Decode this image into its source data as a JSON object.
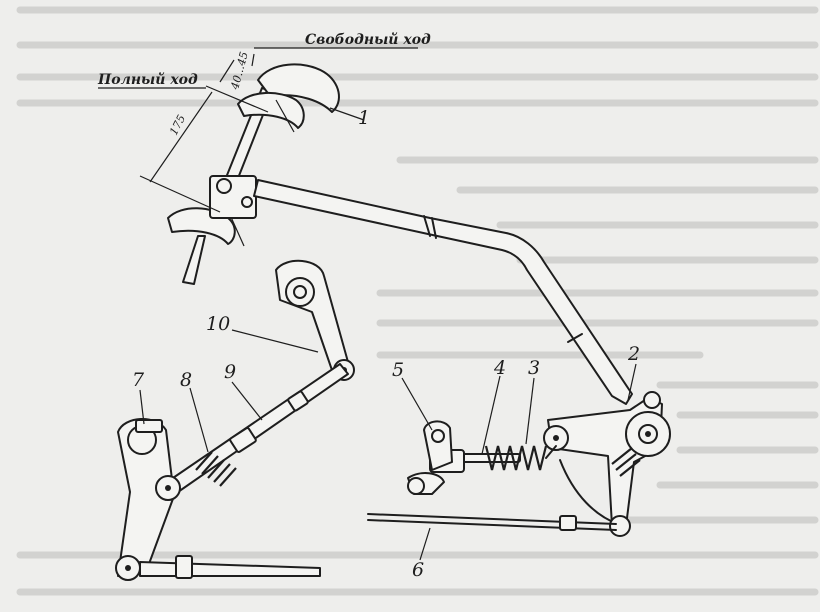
{
  "captions": {
    "free_travel": "Свободный ход",
    "full_travel": "Полный ход"
  },
  "dimensions": {
    "full_travel_mm": "175",
    "free_travel_mm": "40...45"
  },
  "parts": {
    "p1": "1",
    "p2": "2",
    "p3": "3",
    "p4": "4",
    "p5": "5",
    "p6": "6",
    "p7": "7",
    "p8": "8",
    "p9": "9",
    "p10": "10"
  }
}
